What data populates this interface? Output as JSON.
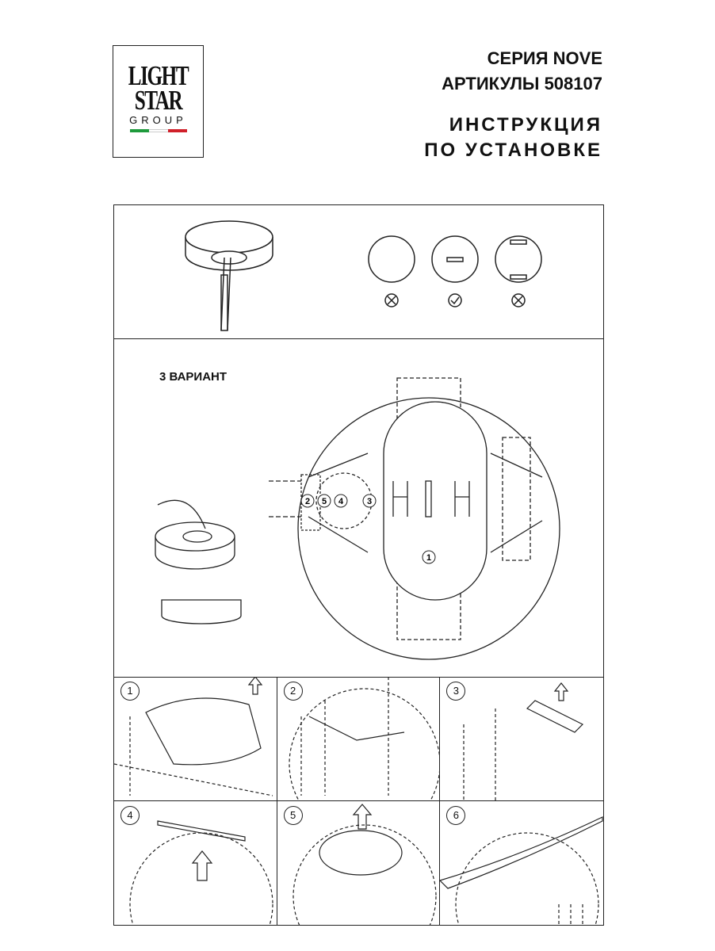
{
  "logo": {
    "line1": "LIGHT",
    "line2": "STAR",
    "line3": "GROUP",
    "flag_colors": [
      "#1e9a3c",
      "#ffffff",
      "#d0202a"
    ]
  },
  "header": {
    "series": "СЕРИЯ NOVE",
    "articles": "АРТИКУЛЫ 508107",
    "title_line1": "ИНСТРУКЦИЯ",
    "title_line2": "ПО УСТАНОВКЕ"
  },
  "section1": {
    "options": [
      {
        "icon": "cross-circle-icon",
        "ok": false
      },
      {
        "icon": "check-circle-icon",
        "ok": true
      },
      {
        "icon": "cross-circle-icon",
        "ok": false
      }
    ]
  },
  "section2": {
    "variant_label": "3 ВАРИАНТ",
    "callouts": [
      "2",
      "5",
      "4",
      "3",
      "1"
    ]
  },
  "steps": [
    {
      "number": "1"
    },
    {
      "number": "2"
    },
    {
      "number": "3"
    },
    {
      "number": "4"
    },
    {
      "number": "5"
    },
    {
      "number": "6"
    }
  ]
}
